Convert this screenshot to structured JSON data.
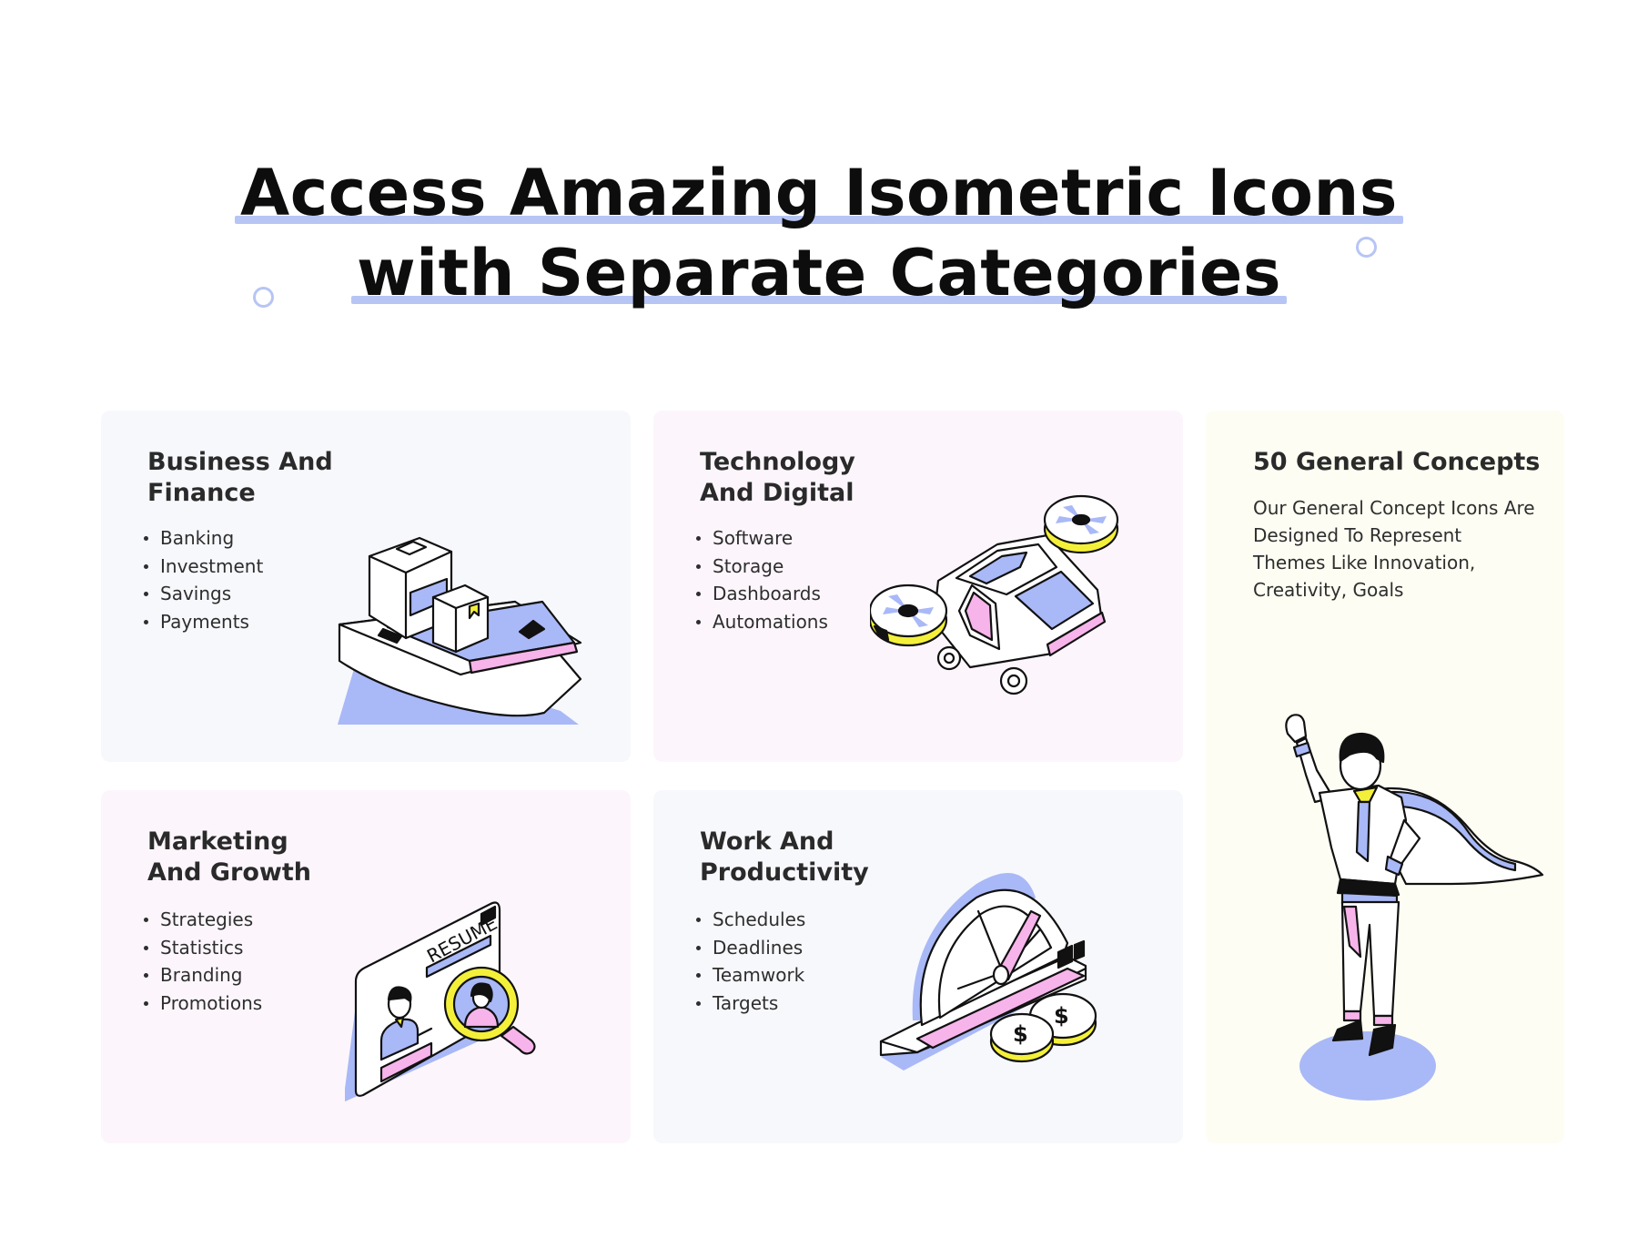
{
  "headline": {
    "line1": "Access Amazing Isometric Icons",
    "line2": "with Separate Categories"
  },
  "cards": [
    {
      "title_line1": "Business And",
      "title_line2": "Finance",
      "items": [
        "Banking",
        "Investment",
        "Savings",
        "Payments"
      ],
      "illustration": "cargo-ship-icon",
      "bg": "#f7f8fc"
    },
    {
      "title_line1": "Technology",
      "title_line2": "And Digital",
      "items": [
        "Software",
        "Storage",
        "Dashboards",
        "Automations"
      ],
      "illustration": "flying-car-icon",
      "bg": "#fcf6fc"
    },
    {
      "title_line1": "Marketing",
      "title_line2": "And Growth",
      "items": [
        "Strategies",
        "Statistics",
        "Branding",
        "Promotions"
      ],
      "illustration": "resume-magnifier-icon",
      "bg": "#fcf6fc"
    },
    {
      "title_line1": "Work And",
      "title_line2": "Productivity",
      "items": [
        "Schedules",
        "Deadlines",
        "Teamwork",
        "Targets"
      ],
      "illustration": "speedometer-coins-icon",
      "bg": "#f7f8fc"
    }
  ],
  "general": {
    "title": "50 General Concepts",
    "description": "Our General Concept Icons Are Designed To Represent Themes Like Innovation, Creativity, Goals",
    "illustration": "superhero-businessman-icon",
    "bg": "#fdfdf3"
  },
  "colors": {
    "accent_blue": "#a9b8f7",
    "accent_pink": "#f7b4ea",
    "accent_yellow": "#f4f03a",
    "highlight": "#b7c5f5",
    "ink": "#111111"
  }
}
